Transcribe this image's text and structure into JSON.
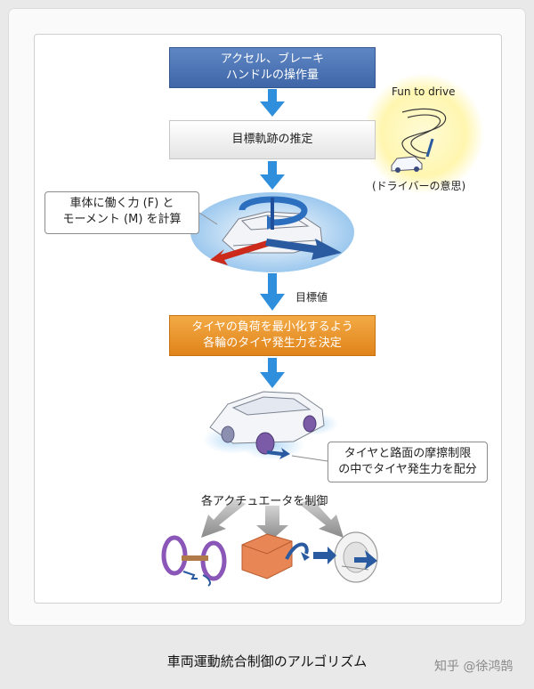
{
  "steps": {
    "pedal_input": {
      "line1": "アクセル、ブレーキ",
      "line2": "ハンドルの操作量"
    },
    "trajectory": {
      "label": "目標軌跡の推定"
    },
    "tire_force": {
      "line1": "タイヤの負荷を最小化するよう",
      "line2": "各輪のタイヤ発生力を決定"
    }
  },
  "callouts": {
    "vehicle_force": {
      "line1": "車体に働く力 (F) と",
      "line2": "モーメント (M) を計算"
    },
    "tire_distribution": {
      "line1": "タイヤと路面の摩擦制限",
      "line2": "の中でタイヤ発生力を配分"
    }
  },
  "driver": {
    "title": "Fun to drive",
    "subtitle": "(ドライバーの意思)"
  },
  "labels": {
    "target_value": "目標値",
    "actuator_control": "各アクチュエータを制御"
  },
  "caption": "車両運動統合制御のアルゴリズム",
  "watermark": "知乎 @徐鸿鹄",
  "colors": {
    "flow_arrow": "#2f8fdc",
    "blue_box": "#4a73b5",
    "orange_box": "#e8921f",
    "red_arrow": "#cc2a1a",
    "blue_arrow": "#2a5aa0"
  }
}
